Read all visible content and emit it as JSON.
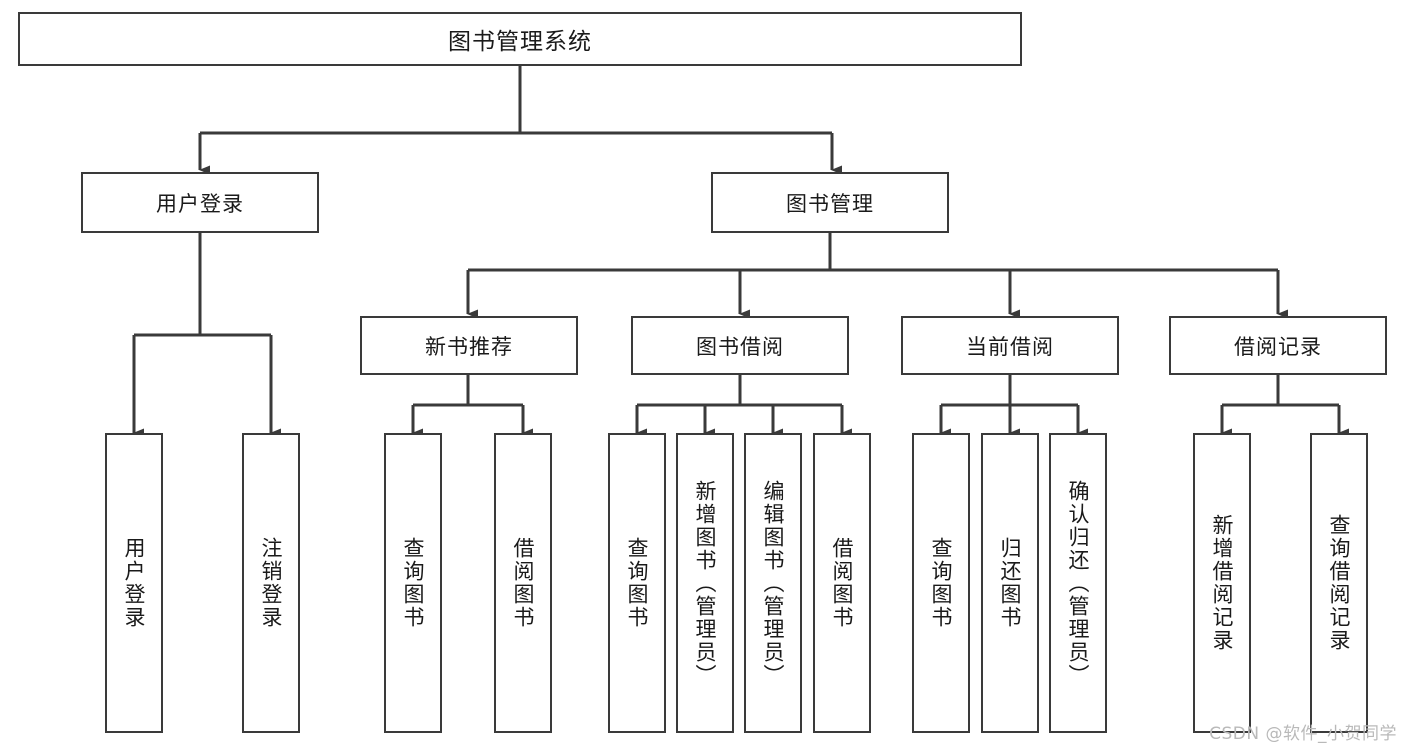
{
  "diagram": {
    "title": "图书管理系统",
    "type": "hierarchy-tree",
    "watermark": "CSDN @软件_小贺同学",
    "colors": {
      "box_border": "#3a3a3a",
      "box_fill": "#ffffff",
      "connector": "#3a3a3a",
      "text": "#1a1a1a",
      "watermark": "#b9b9b9",
      "background": "#ffffff"
    },
    "levels": {
      "level1": [
        {
          "id": "root",
          "label": "图书管理系统",
          "orientation": "horizontal"
        }
      ],
      "level2": [
        {
          "id": "user-login",
          "label": "用户登录",
          "orientation": "horizontal"
        },
        {
          "id": "book-manage",
          "label": "图书管理",
          "orientation": "horizontal"
        }
      ],
      "level3": [
        {
          "id": "new-book-rec",
          "label": "新书推荐",
          "orientation": "horizontal",
          "parent": "book-manage"
        },
        {
          "id": "book-borrow",
          "label": "图书借阅",
          "orientation": "horizontal",
          "parent": "book-manage"
        },
        {
          "id": "current-borrow",
          "label": "当前借阅",
          "orientation": "horizontal",
          "parent": "book-manage"
        },
        {
          "id": "borrow-record",
          "label": "借阅记录",
          "orientation": "horizontal",
          "parent": "book-manage"
        }
      ],
      "level4": [
        {
          "id": "leaf-user-login",
          "label": "用户登录",
          "orientation": "vertical",
          "parent": "user-login"
        },
        {
          "id": "leaf-logout",
          "label": "注销登录",
          "orientation": "vertical",
          "parent": "user-login"
        },
        {
          "id": "leaf-query-book-1",
          "label": "查询图书",
          "orientation": "vertical",
          "parent": "new-book-rec"
        },
        {
          "id": "leaf-borrow-book-1",
          "label": "借阅图书",
          "orientation": "vertical",
          "parent": "new-book-rec"
        },
        {
          "id": "leaf-query-book-2",
          "label": "查询图书",
          "orientation": "vertical",
          "parent": "book-borrow"
        },
        {
          "id": "leaf-add-book",
          "label": "新增图书（管理员）",
          "orientation": "vertical",
          "parent": "book-borrow"
        },
        {
          "id": "leaf-edit-book",
          "label": "编辑图书（管理员）",
          "orientation": "vertical",
          "parent": "book-borrow"
        },
        {
          "id": "leaf-borrow-book-2",
          "label": "借阅图书",
          "orientation": "vertical",
          "parent": "book-borrow"
        },
        {
          "id": "leaf-query-book-3",
          "label": "查询图书",
          "orientation": "vertical",
          "parent": "current-borrow"
        },
        {
          "id": "leaf-return-book",
          "label": "归还图书",
          "orientation": "vertical",
          "parent": "current-borrow"
        },
        {
          "id": "leaf-confirm-return",
          "label": "确认归还（管理员）",
          "orientation": "vertical",
          "parent": "current-borrow"
        },
        {
          "id": "leaf-add-record",
          "label": "新增借阅记录",
          "orientation": "vertical",
          "parent": "borrow-record"
        },
        {
          "id": "leaf-query-record",
          "label": "查询借阅记录",
          "orientation": "vertical",
          "parent": "borrow-record"
        }
      ]
    }
  }
}
